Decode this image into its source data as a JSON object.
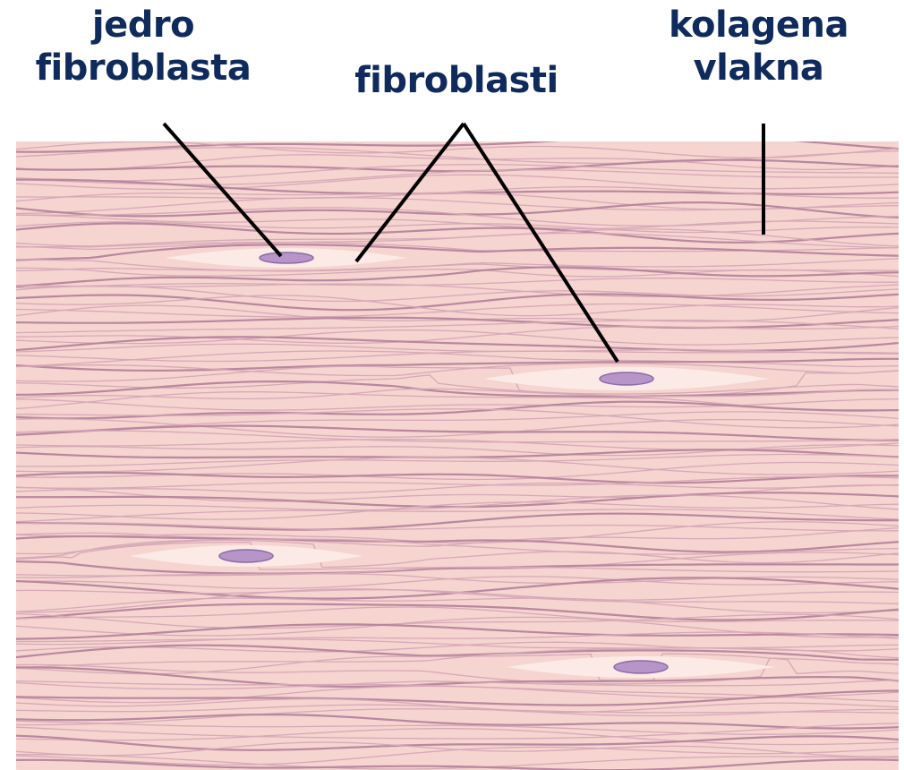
{
  "labels": {
    "nucleus": {
      "line1": "jedro",
      "line2": "fibroblasta"
    },
    "fibroblasts": {
      "line1": "fibroblasti"
    },
    "collagen": {
      "line1": "kolagena",
      "line2": "vlakna"
    }
  },
  "colors": {
    "tissue_background": "#f6d4cf",
    "fiber_dark": "#b9879f",
    "fiber_light": "#d6a9b8",
    "cell_body": "#fbeae6",
    "nucleus_fill": "#b795c9",
    "nucleus_stroke": "#8a6aa8",
    "leader_line": "#000000",
    "label_text": "#0f2a5c"
  }
}
